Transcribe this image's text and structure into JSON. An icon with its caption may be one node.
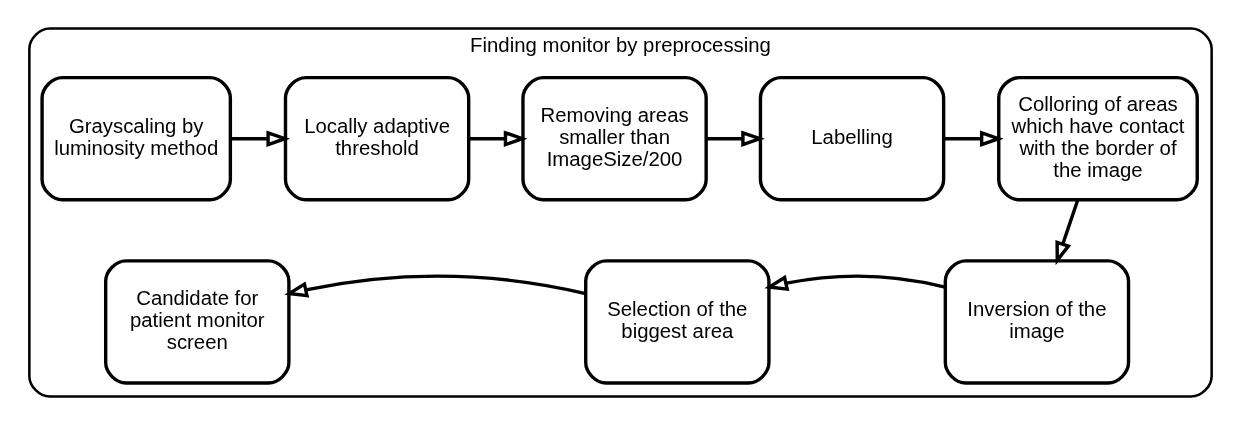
{
  "diagram": {
    "nodes": [
      {
        "text": [
          "Finding monitor by preprocessing"
        ]
      },
      {
        "text": [
          "Grayscaling by luminosity method"
        ],
        "in": 0
      },
      {
        "text": [
          "Locally adaptive threshold"
        ],
        "in": 0
      },
      {
        "text": [
          "Removing areas smaller than ImageSize/200"
        ],
        "in": 0
      },
      {
        "text": [
          "Labelling"
        ],
        "in": 0
      },
      {
        "text": [
          "Colloring of areas which have contact with the border of the image"
        ],
        "in": 0
      },
      {
        "text": [
          "Inversion of the image"
        ],
        "in": 0
      },
      {
        "text": [
          "Selection of the biggest area"
        ],
        "in": 0
      },
      {
        "text": [
          "Candidate for patient monitor screen"
        ],
        "in": 0
      }
    ],
    "edges": [
      {
        "from": 1,
        "to": 2,
        "arrow": "to"
      },
      {
        "from": 2,
        "to": 3,
        "arrow": "to"
      },
      {
        "from": 3,
        "to": 4,
        "arrow": "to"
      },
      {
        "from": 4,
        "to": 5,
        "arrow": "to"
      },
      {
        "from": 5,
        "to": 6,
        "arrow": "to"
      },
      {
        "from": 6,
        "to": 7,
        "arrow": "to"
      },
      {
        "from": 7,
        "to": 8,
        "arrow": "to"
      }
    ]
  }
}
